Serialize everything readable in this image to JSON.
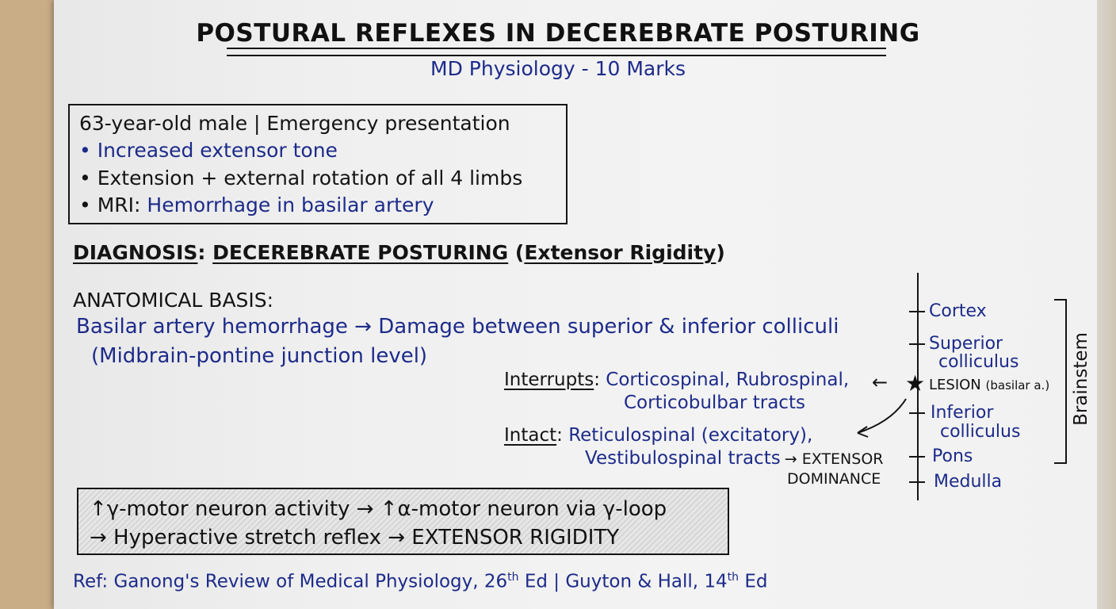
{
  "header": {
    "title": "POSTURAL REFLEXES IN DECEREBRATE POSTURING",
    "subtitle": "MD Physiology - 10 Marks"
  },
  "case_box": {
    "line1": "63-year-old male | Emergency presentation",
    "line2": "• Increased extensor tone",
    "line3": "• Extension + external rotation of all 4 limbs",
    "line4_prefix": "• MRI:",
    "line4_value": "Hemorrhage in basilar artery"
  },
  "diagnosis": {
    "label": "DIAGNOSIS",
    "colon": ":",
    "value": "DECEREBRATE POSTURING",
    "open_paren": "(",
    "paren_text": "Extensor Rigidity",
    "close_paren": ")"
  },
  "anatomical": {
    "heading": "ANATOMICAL BASIS:",
    "line1": "Basilar artery hemorrhage → Damage between superior & inferior colliculi",
    "line2": "(Midbrain-pontine junction level)"
  },
  "tracts": {
    "interrupts_label": "Interrupts",
    "interrupts_colon": ":",
    "interrupts_line1": "Corticospinal, Rubrospinal,",
    "interrupts_line2": "Corticobulbar tracts",
    "intact_label": "Intact",
    "intact_colon": ":",
    "intact_line1": "Reticulospinal (excitatory),",
    "intact_line2": "Vestibulospinal tracts",
    "dominance_line1": "→ EXTENSOR",
    "dominance_line2": "DOMINANCE"
  },
  "brainstem_diagram": {
    "levels": [
      "Cortex",
      "Superior",
      "colliculus",
      "Inferior",
      "colliculus",
      "Pons",
      "Medulla"
    ],
    "lesion_label": "LESION",
    "lesion_note": "(basilar a.)",
    "bracket_label": "Brainstem",
    "star_icon": "★",
    "arrow_left": "←"
  },
  "mechanism": {
    "line1": "↑γ-motor neuron activity → ↑α-motor neuron via γ-loop",
    "line2_prefix": "→ Hyperactive stretch reflex →",
    "line2_value": "EXTENSOR RIGIDITY"
  },
  "reference": {
    "prefix": "Ref:",
    "ganong": "Ganong's Review of Medical Physiology, 26",
    "ganong_sup": "th",
    "ganong_suffix": "Ed",
    "separator": "|",
    "guyton": "Guyton & Hall, 14",
    "guyton_sup": "th",
    "guyton_suffix": "Ed"
  },
  "colors": {
    "ink_black": "#141414",
    "ink_blue": "#1d2b8a",
    "paper": "#f1f1f1"
  }
}
